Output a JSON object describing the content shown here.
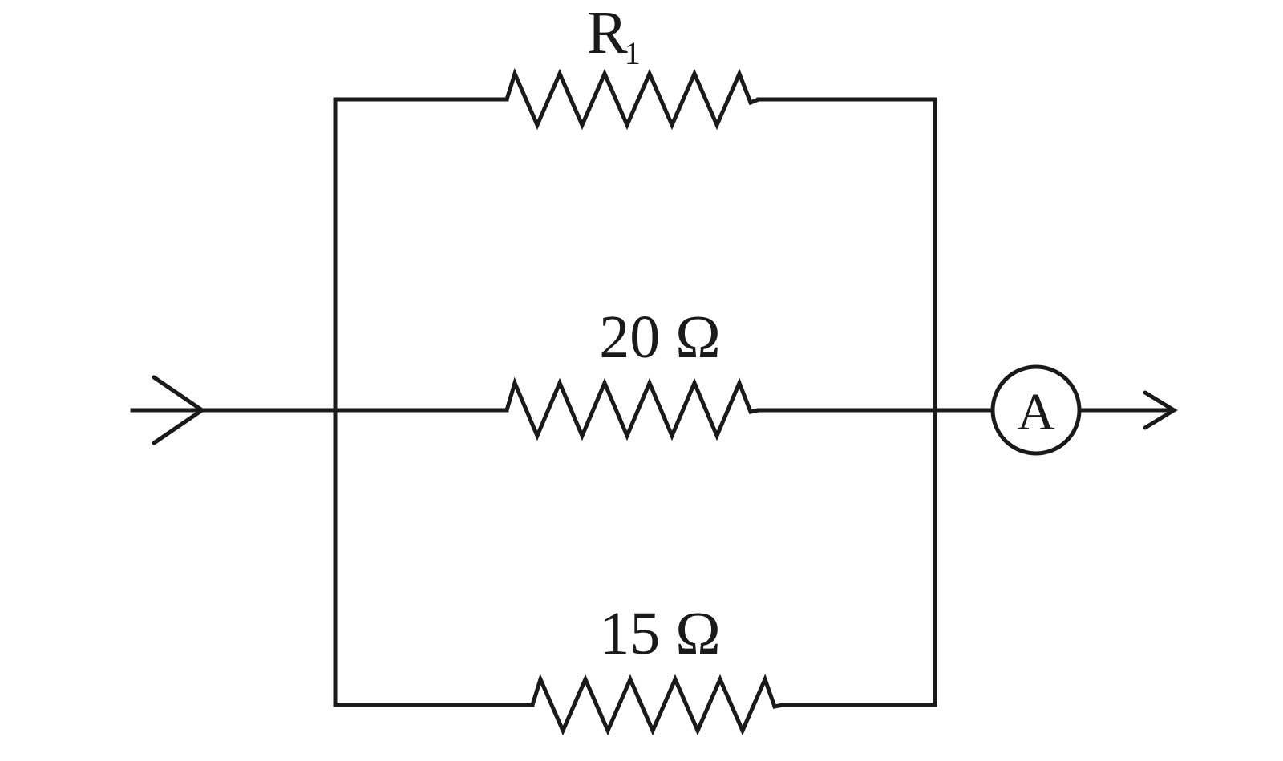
{
  "diagram": {
    "resistors": {
      "top": {
        "name": "R",
        "subscript": "1"
      },
      "middle": {
        "label": "20 Ω"
      },
      "bottom": {
        "label": "15 Ω"
      }
    },
    "ammeter": {
      "label": "A"
    }
  }
}
